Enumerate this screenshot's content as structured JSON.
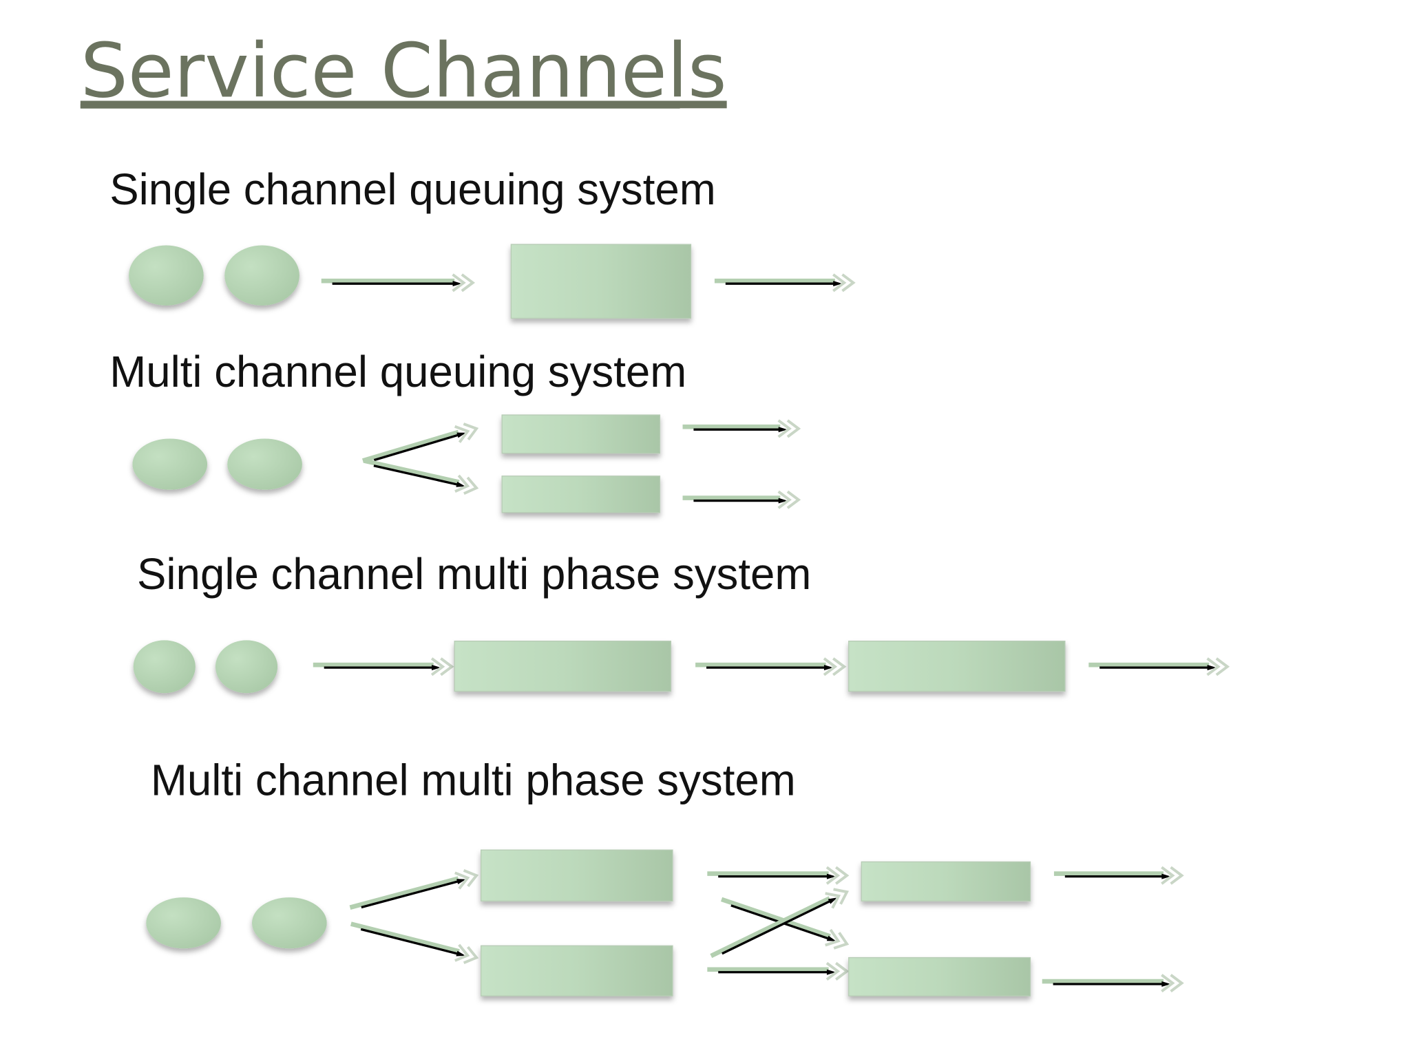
{
  "slide": {
    "title": "Service Channels",
    "sections": [
      {
        "heading": "Single channel queuing system"
      },
      {
        "heading": "Multi channel queuing system"
      },
      {
        "heading": "Single channel multi phase system"
      },
      {
        "heading": "Multi channel multi phase system"
      }
    ]
  },
  "colors": {
    "title": "#6b735f",
    "shape_light": "#c6e2c6",
    "shape_dark": "#a9c6a7",
    "arrow_green": "#b3cfb0",
    "arrow_head": "#c9d6c6"
  }
}
